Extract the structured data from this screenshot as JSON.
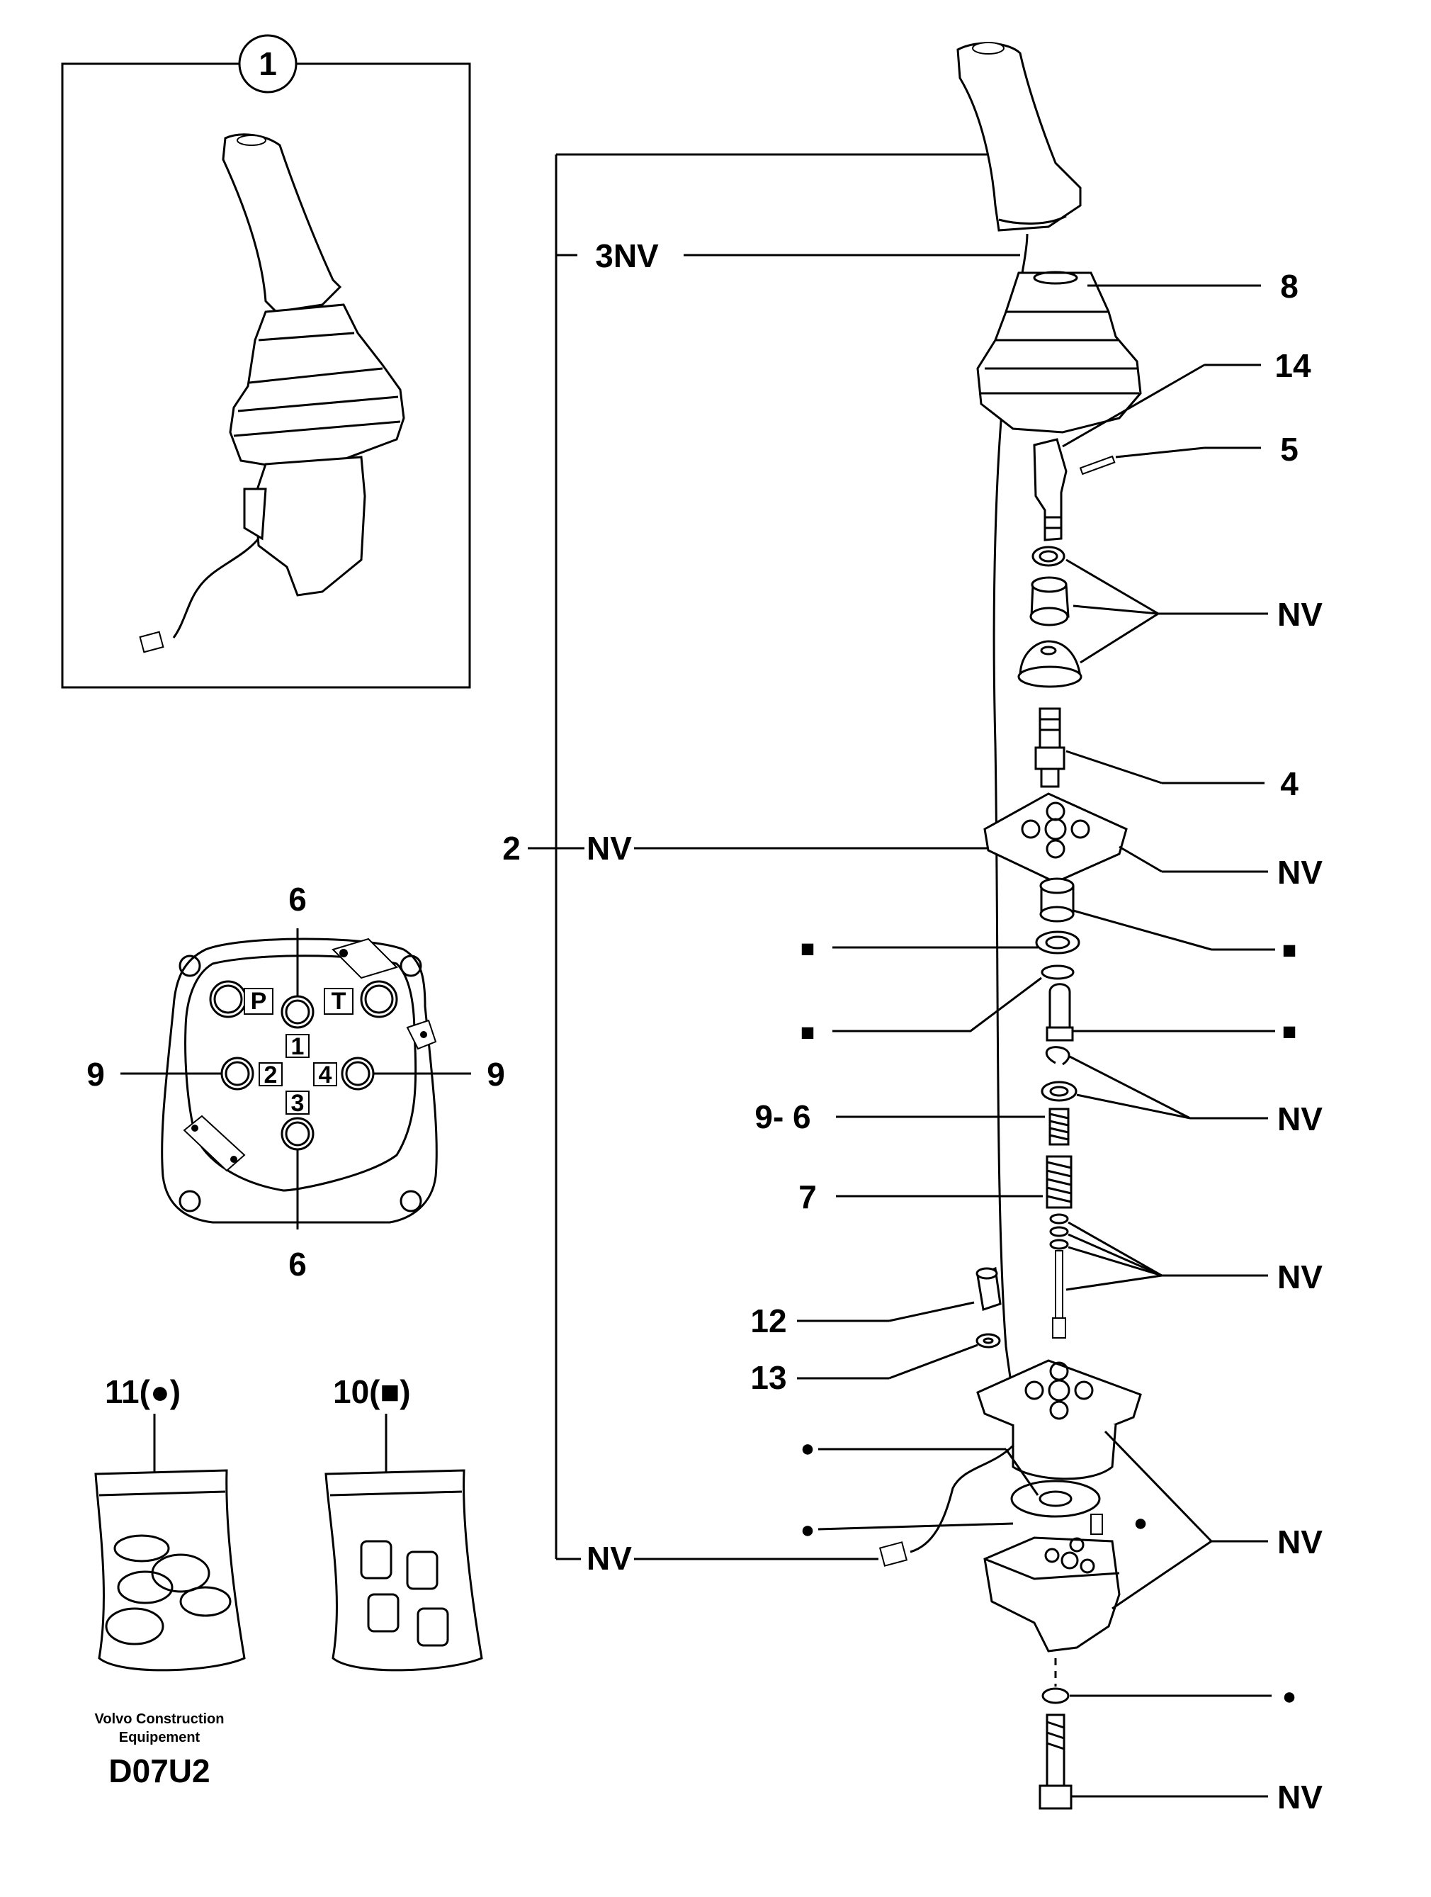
{
  "callouts": {
    "c1": "1",
    "c2": "2",
    "c3nv": "3NV",
    "c4": "4",
    "c5": "5",
    "c6": "6",
    "c7": "7",
    "c8": "8",
    "c9": "9",
    "c96": "9- 6",
    "c10": "10(■)",
    "c11": "11(●)",
    "c12": "12",
    "c13": "13",
    "c14": "14",
    "nv": "NV",
    "square": "■",
    "dot": "●"
  },
  "port_labels": {
    "p": "P",
    "t": "T",
    "n1": "1",
    "n2": "2",
    "n3": "3",
    "n4": "4"
  },
  "footer": {
    "company_line1": "Volvo Construction",
    "company_line2": "Equipement",
    "code": "D07U2"
  }
}
